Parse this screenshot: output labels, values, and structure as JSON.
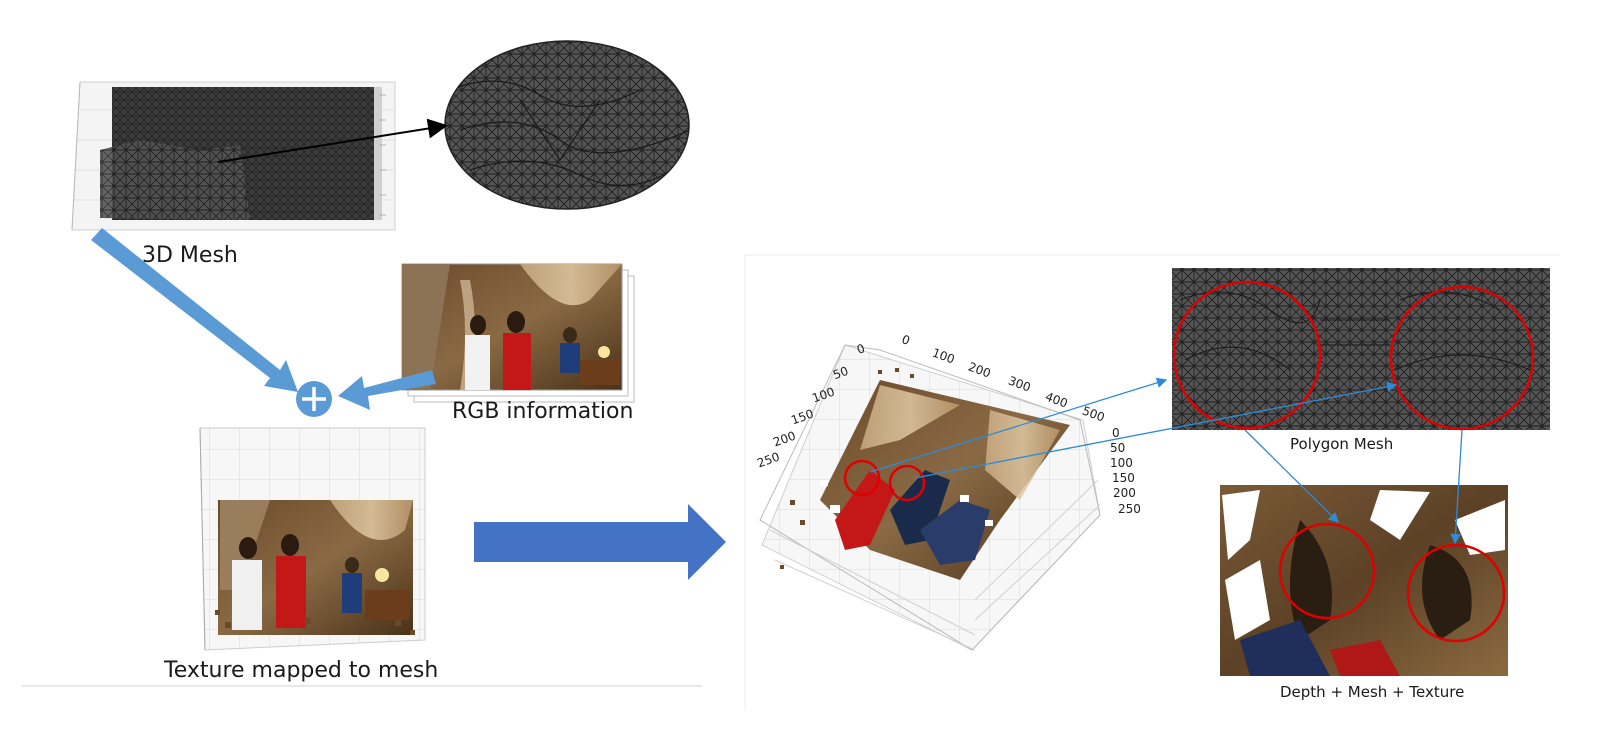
{
  "labels": {
    "mesh": "3D Mesh",
    "rgb": "RGB information",
    "texture": "Texture mapped to mesh",
    "polygon": "Polygon Mesh",
    "combined": "Depth + Mesh + Texture"
  },
  "plot3d": {
    "x_ticks": [
      "0",
      "100",
      "200",
      "300",
      "400",
      "500"
    ],
    "y_ticks": [
      "0",
      "50",
      "100",
      "150",
      "200",
      "250"
    ],
    "z_ticks": [
      "0",
      "50",
      "100",
      "150",
      "200",
      "250"
    ]
  },
  "colors": {
    "arrow_blue": "#4472c4",
    "arrow_light_blue": "#5b9bd5",
    "highlight_red": "#e00000",
    "mesh_dark": "#3a3a3a",
    "pointer_blue": "#2e8bd6"
  }
}
